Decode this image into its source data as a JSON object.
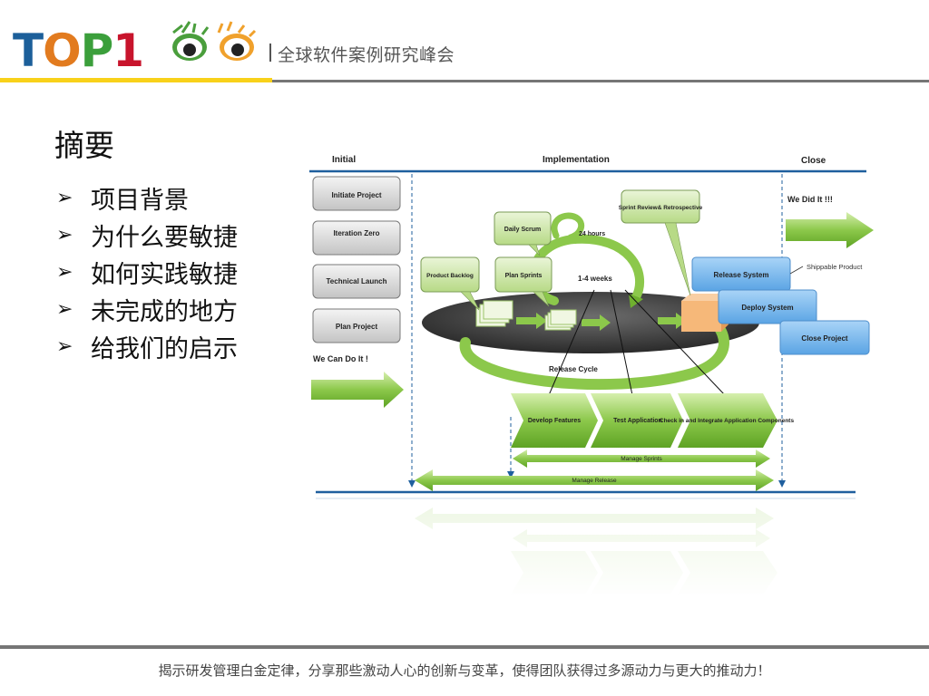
{
  "header": {
    "logo_text": "TOP1",
    "title": "全球软件案例研究峰会"
  },
  "slide": {
    "title": "摘要",
    "bullet_marker": "➢",
    "bullets": [
      "项目背景",
      "为什么要敏捷",
      "如何实践敏捷",
      "未完成的地方",
      "给我们的启示"
    ]
  },
  "diagram": {
    "phases": {
      "initial": "Initial",
      "implementation": "Implementation",
      "close": "Close"
    },
    "initial_steps": [
      "Initiate Project",
      "Iteration Zero",
      "Technical Launch",
      "Plan Project"
    ],
    "we_can_do_it": "We Can Do It !",
    "we_did_it": "We Did It !!!",
    "callouts": {
      "daily_scrum": "Daily Scrum",
      "product_backlog": "Product Backlog",
      "plan_sprints": "Plan Sprints",
      "sprint_review": "Sprint Review& Retrospective"
    },
    "cycle": {
      "hours": "24 hours",
      "weeks": "1-4 weeks",
      "release_cycle": "Release Cycle"
    },
    "chevrons": [
      "Develop Features",
      "Test Application",
      "Check in and Integrate Application Components"
    ],
    "manage_sprints": "Manage Sprints",
    "manage_release": "Manage Release",
    "close_steps": [
      "Release System",
      "Deploy System",
      "Close Project"
    ],
    "shippable": "Shippable Product"
  },
  "footer": {
    "text": "揭示研发管理白金定律，分享那些激动人心的创新与变革，使得团队获得过多源动力与更大的推动力！"
  },
  "colors": {
    "accent_yellow": "#f8d11a",
    "rule_gray": "#767676",
    "diagram_blue": "#1f5f9e",
    "green_light": "#d5eab2",
    "green_dark": "#7fc241",
    "box_blue": "#7ab7ec"
  }
}
